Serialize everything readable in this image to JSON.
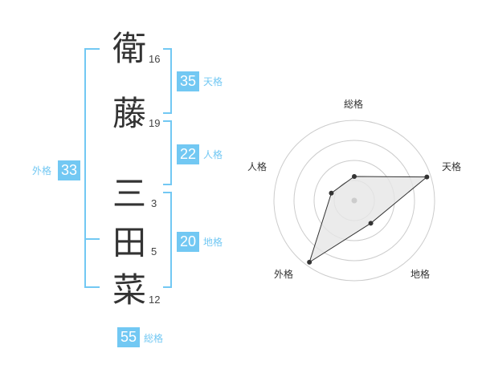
{
  "name": {
    "characters": [
      {
        "char": "衛",
        "strokes": "16"
      },
      {
        "char": "藤",
        "strokes": "19"
      },
      {
        "char": "三",
        "strokes": "3"
      },
      {
        "char": "田",
        "strokes": "5"
      },
      {
        "char": "菜",
        "strokes": "12"
      }
    ]
  },
  "kaku": {
    "tenkaku": {
      "value": "35",
      "label": "天格"
    },
    "jinkaku": {
      "value": "22",
      "label": "人格"
    },
    "chikaku": {
      "value": "20",
      "label": "地格"
    },
    "gaikaku": {
      "value": "33",
      "label": "外格"
    },
    "soukaku": {
      "value": "55",
      "label": "総格"
    }
  },
  "colors": {
    "accent": "#72c8f3",
    "text": "#333333",
    "ring": "#cccccc",
    "fill": "#e6e6e6"
  },
  "chart_data": {
    "type": "radar",
    "axes": [
      "総格",
      "天格",
      "地格",
      "外格",
      "人格"
    ],
    "values": [
      0.3,
      0.95,
      0.35,
      0.95,
      0.3
    ],
    "rings": 4
  }
}
